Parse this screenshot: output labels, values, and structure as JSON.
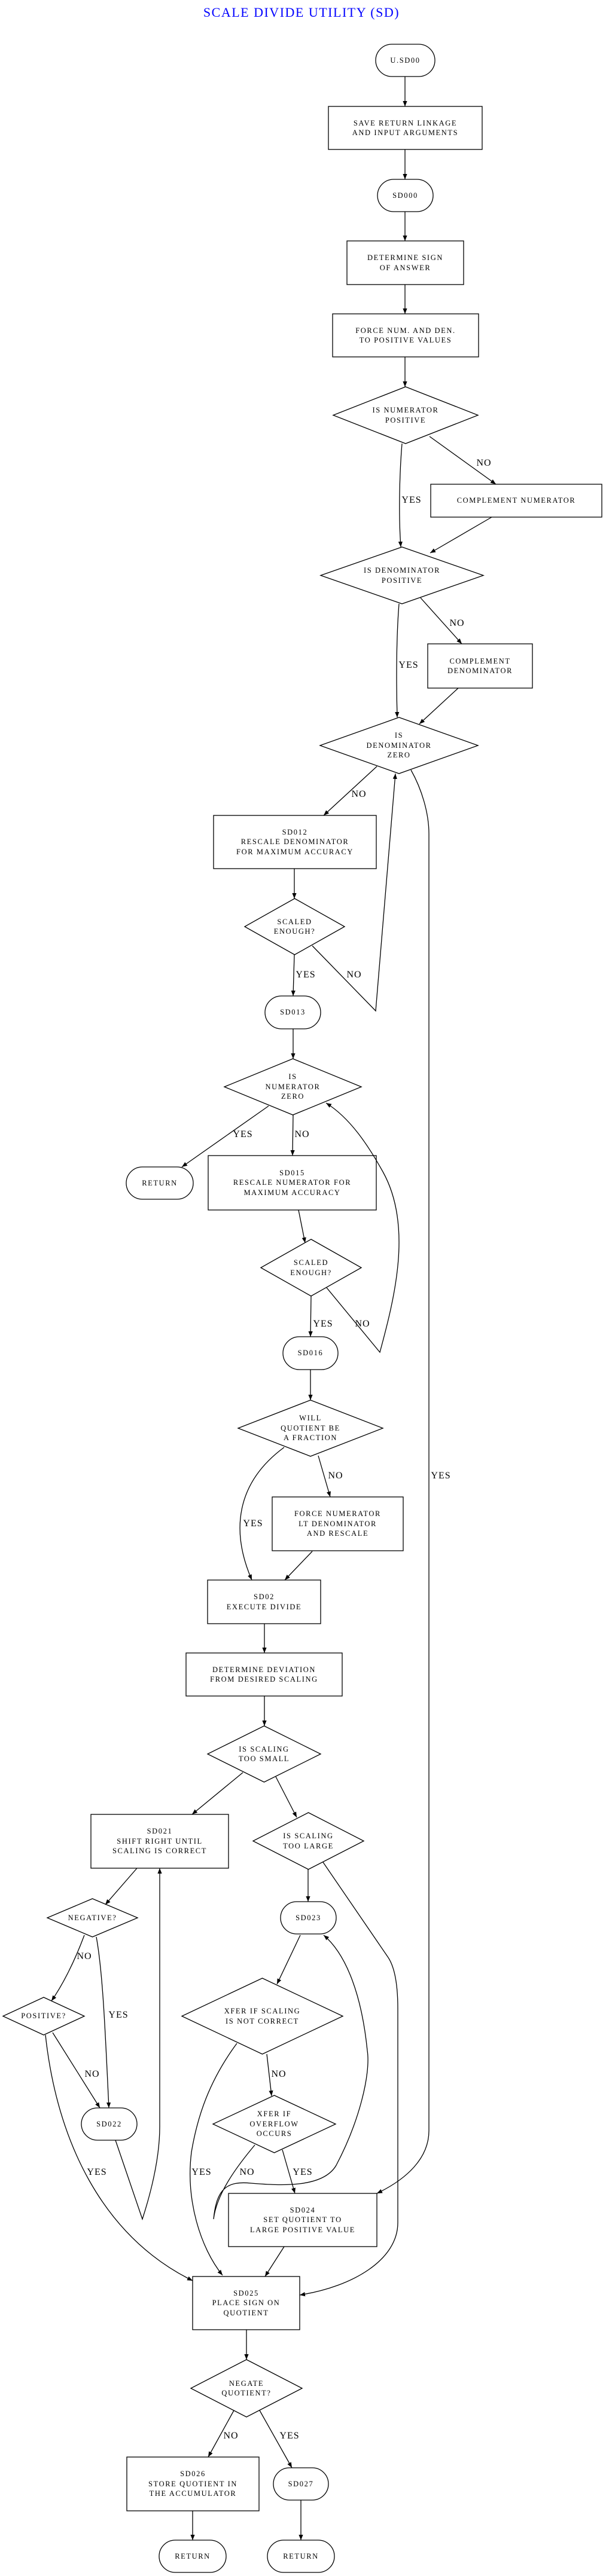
{
  "title": "SCALE DIVIDE UTILITY (SD)",
  "colors": {
    "title": "#0000ff",
    "lines": "#000000"
  },
  "nodes": {
    "usd00": {
      "lines": [
        "U.SD00"
      ]
    },
    "save": {
      "lines": [
        "SAVE RETURN LINKAGE",
        "AND INPUT ARGUMENTS"
      ]
    },
    "sd000": {
      "lines": [
        "SD000"
      ]
    },
    "det_sign": {
      "lines": [
        "DETERMINE SIGN",
        "OF ANSWER"
      ]
    },
    "force": {
      "lines": [
        "FORCE NUM. AND DEN.",
        "TO POSITIVE VALUES"
      ]
    },
    "num_pos": {
      "lines": [
        "IS NUMERATOR",
        "POSITIVE"
      ]
    },
    "comp_num": {
      "lines": [
        "COMPLEMENT NUMERATOR"
      ]
    },
    "den_pos": {
      "lines": [
        "IS DENOMINATOR",
        "POSITIVE"
      ]
    },
    "comp_den": {
      "lines": [
        "COMPLEMENT",
        "DENOMINATOR"
      ]
    },
    "den_zero": {
      "lines": [
        "IS",
        "DENOMINATOR",
        "ZERO"
      ]
    },
    "sd012": {
      "lines": [
        "SD012",
        "RESCALE DENOMINATOR",
        "FOR MAXIMUM ACCURACY"
      ]
    },
    "scaled1": {
      "lines": [
        "SCALED",
        "ENOUGH?"
      ]
    },
    "sd013": {
      "lines": [
        "SD013"
      ]
    },
    "num_zero": {
      "lines": [
        "IS",
        "NUMERATOR",
        "ZERO"
      ]
    },
    "return1": {
      "lines": [
        "RETURN"
      ]
    },
    "sd015": {
      "lines": [
        "SD015",
        "RESCALE NUMERATOR FOR",
        "MAXIMUM ACCURACY"
      ]
    },
    "scaled2": {
      "lines": [
        "SCALED",
        "ENOUGH?"
      ]
    },
    "sd016": {
      "lines": [
        "SD016"
      ]
    },
    "will_frac": {
      "lines": [
        "WILL",
        "QUOTIENT BE",
        "A FRACTION"
      ]
    },
    "force_num": {
      "lines": [
        "FORCE NUMERATOR",
        "LT DENOMINATOR",
        "AND RESCALE"
      ]
    },
    "sd02": {
      "lines": [
        "SD02",
        "EXECUTE DIVIDE"
      ]
    },
    "det_dev": {
      "lines": [
        "DETERMINE DEVIATION",
        "FROM DESIRED SCALING"
      ]
    },
    "too_small": {
      "lines": [
        "IS SCALING",
        "TOO SMALL"
      ]
    },
    "sd021": {
      "lines": [
        "SD021",
        "SHIFT RIGHT UNTIL",
        "SCALING IS CORRECT"
      ]
    },
    "too_large": {
      "lines": [
        "IS SCALING",
        "TOO LARGE"
      ]
    },
    "negative": {
      "lines": [
        "NEGATIVE?"
      ]
    },
    "sd023": {
      "lines": [
        "SD023"
      ]
    },
    "positive": {
      "lines": [
        "POSITIVE?"
      ]
    },
    "xfer_scaling": {
      "lines": [
        "XFER IF SCALING",
        "IS NOT CORRECT"
      ]
    },
    "sd022": {
      "lines": [
        "SD022"
      ]
    },
    "xfer_overflow": {
      "lines": [
        "XFER IF",
        "OVERFLOW",
        "OCCURS"
      ]
    },
    "sd024": {
      "lines": [
        "SD024",
        "SET QUOTIENT TO",
        "LARGE POSITIVE VALUE"
      ]
    },
    "sd025": {
      "lines": [
        "SD025",
        "PLACE SIGN ON",
        "QUOTIENT"
      ]
    },
    "negate": {
      "lines": [
        "NEGATE",
        "QUOTIENT?"
      ]
    },
    "sd026": {
      "lines": [
        "SD026",
        "STORE QUOTIENT IN",
        "THE ACCUMULATOR"
      ]
    },
    "sd027": {
      "lines": [
        "SD027"
      ]
    },
    "return2": {
      "lines": [
        "RETURN"
      ]
    },
    "return3": {
      "lines": [
        "RETURN"
      ]
    }
  },
  "edge_labels": [
    "NO",
    "YES",
    "NO",
    "YES",
    "NO",
    "YES",
    "NO",
    "YES",
    "NO",
    "YES",
    "NO",
    "NO",
    "YES",
    "YES",
    "NO",
    "YES",
    "NO",
    "NO",
    "YES",
    "YES",
    "NO",
    "YES",
    "NO",
    "YES"
  ]
}
